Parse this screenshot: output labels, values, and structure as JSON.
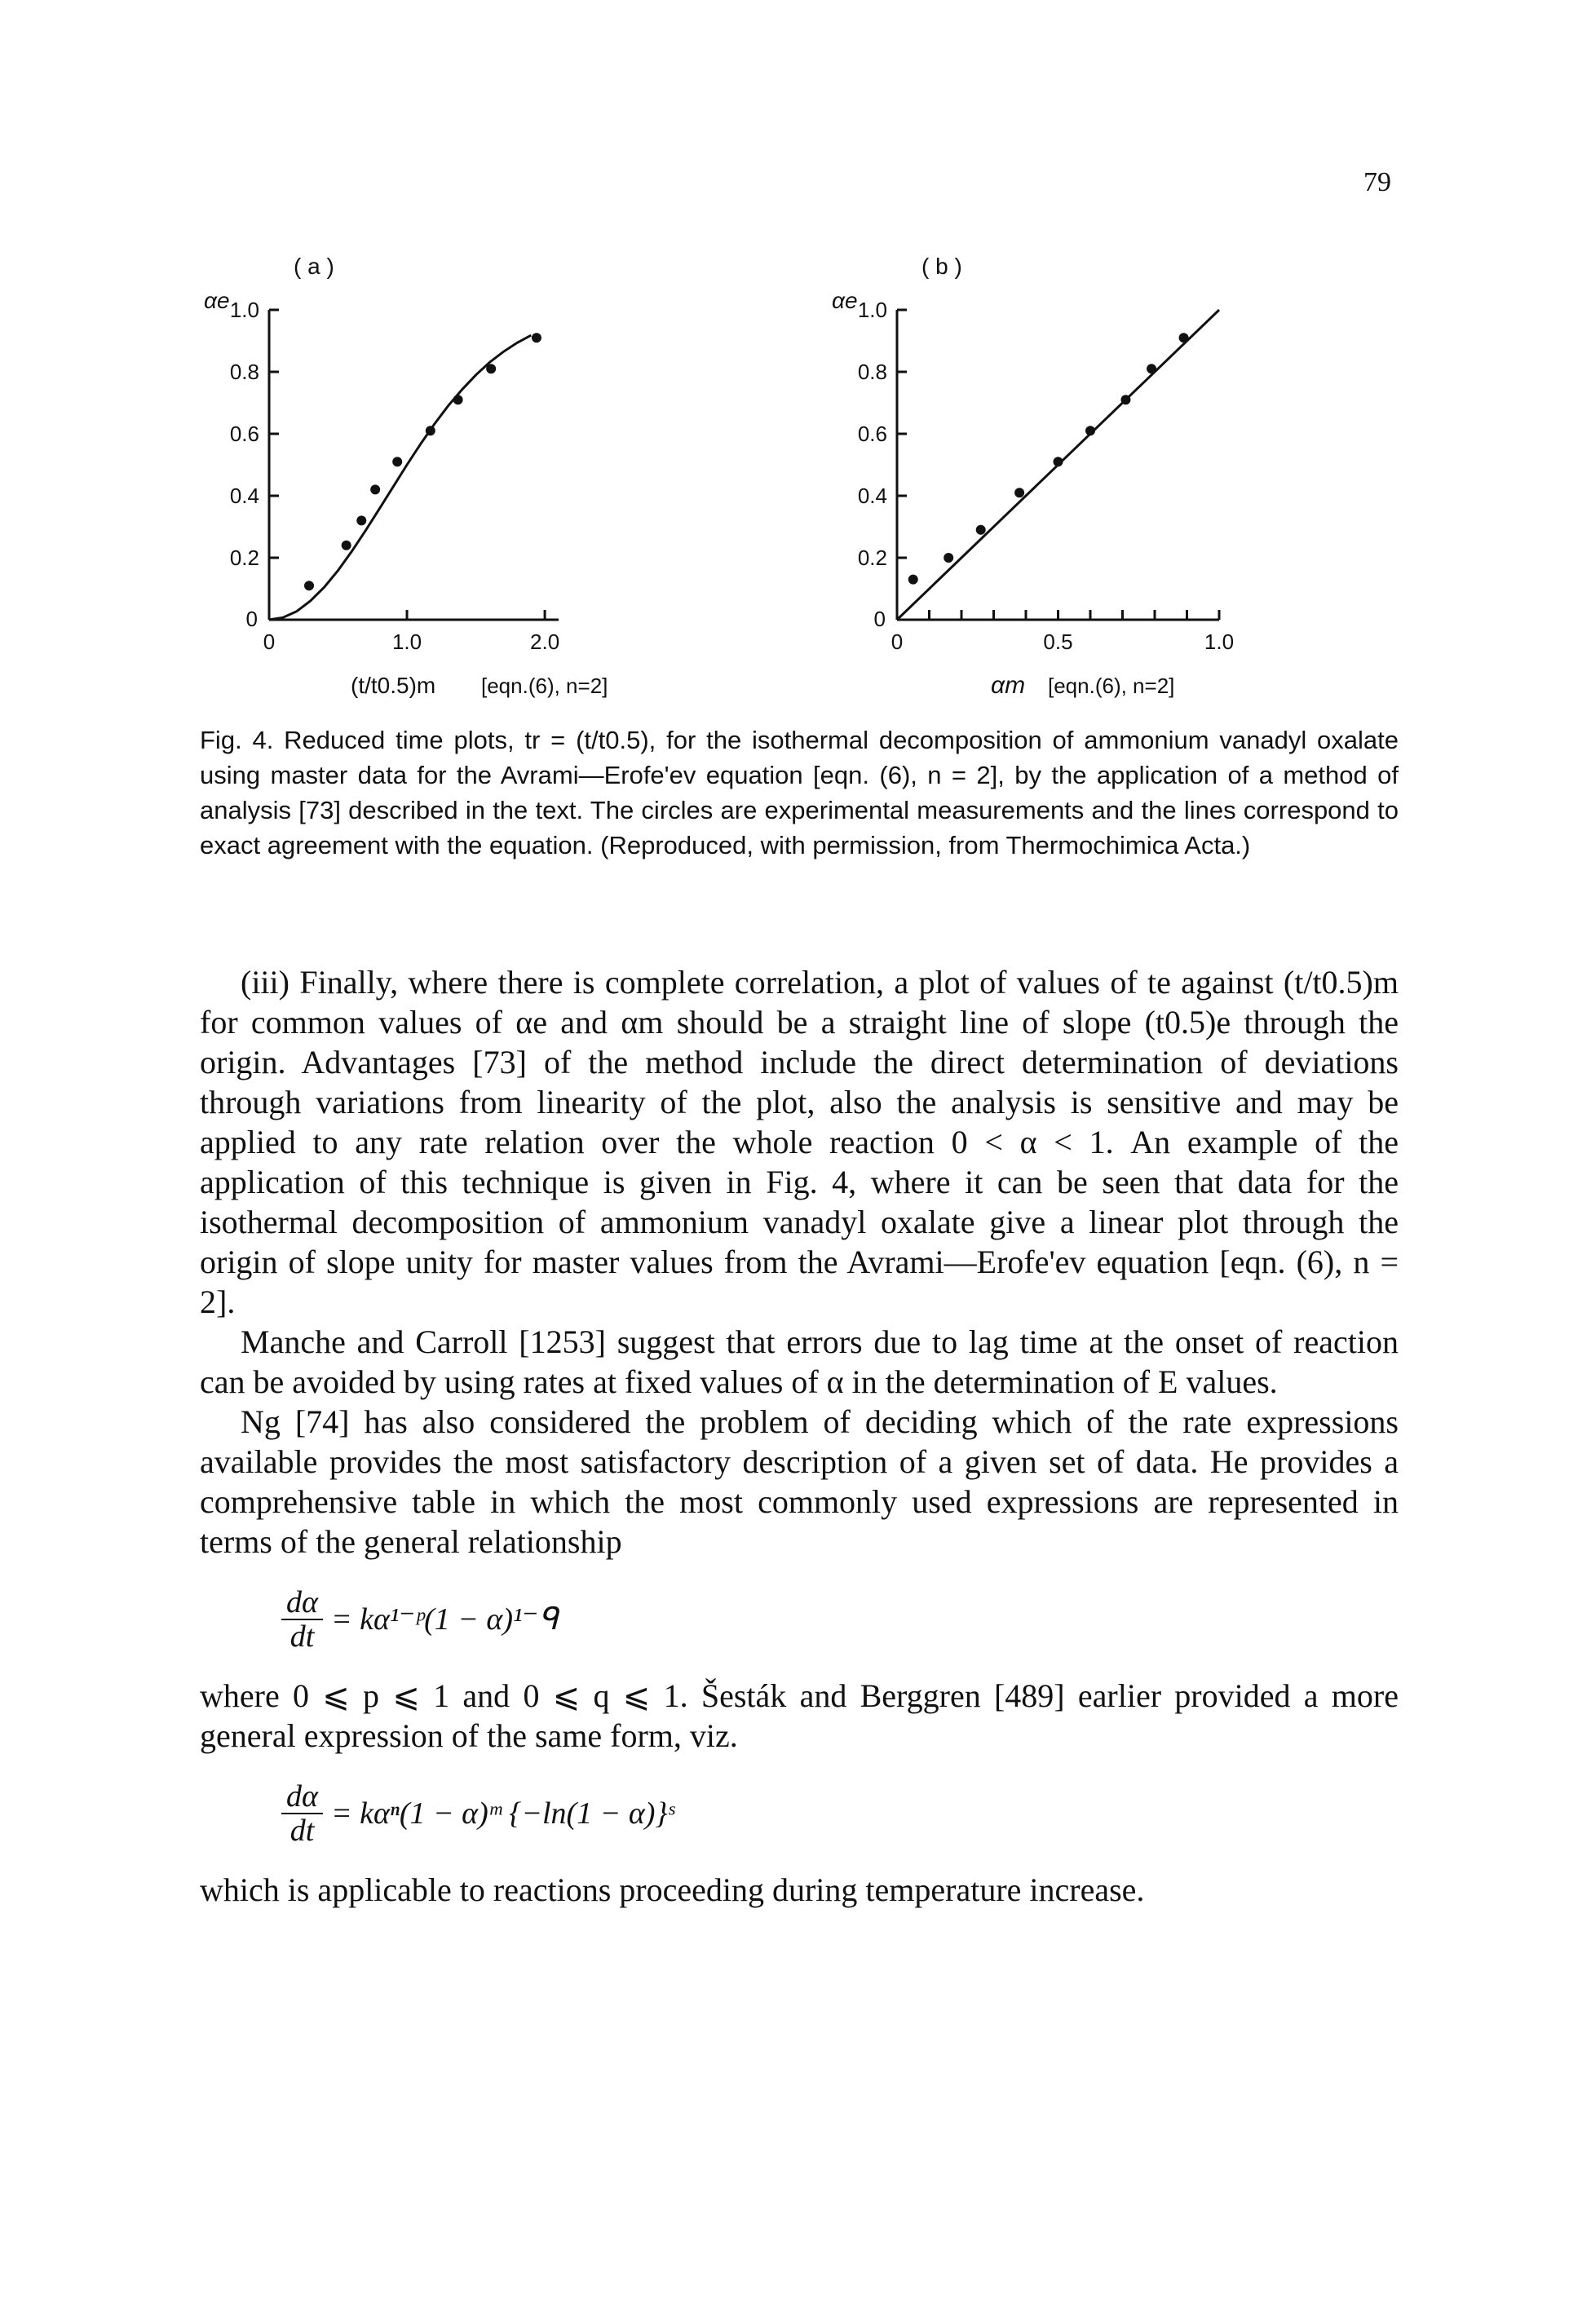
{
  "page_number": "79",
  "figure": {
    "panel_a": {
      "label": "( a )",
      "y_label": "αe",
      "x_label": "(t/t0.5)m",
      "eqn_ref": "[eqn.(6), n=2]",
      "y_ticks": [
        "0.2",
        "0.4",
        "0.6",
        "0.8",
        "1.0"
      ],
      "x_ticks": [
        "1.0",
        "2.0"
      ],
      "origin_x": "0",
      "origin_y": "0"
    },
    "panel_b": {
      "label": "( b )",
      "y_label": "αe",
      "x_label": "αm",
      "eqn_ref": "[eqn.(6), n=2]",
      "y_ticks": [
        "0.2",
        "0.4",
        "0.6",
        "0.8",
        "1.0"
      ],
      "x_ticks": [
        "0.5",
        "1.0"
      ],
      "origin_x": "0",
      "origin_y": "0"
    },
    "caption": "Fig. 4. Reduced time plots, tr = (t/t0.5), for the isothermal decomposition of ammonium vanadyl oxalate using master data for the Avrami—Erofe'ev equation [eqn. (6), n = 2], by the application of a method of analysis [73] described in the text. The circles are experimental measurements and the lines correspond to exact agreement with the equation. (Reproduced, with permission, from Thermochimica Acta.)"
  },
  "chart_data": [
    {
      "type": "scatter",
      "panel": "a",
      "xlabel": "(t/t0.5)m",
      "ylabel": "αe",
      "xlim": [
        0,
        2.1
      ],
      "ylim": [
        0,
        1.0
      ],
      "x_ticks": [
        0,
        1.0,
        2.0
      ],
      "y_ticks": [
        0,
        0.2,
        0.4,
        0.6,
        0.8,
        1.0
      ],
      "series": [
        {
          "kind": "points",
          "x": [
            0.29,
            0.56,
            0.67,
            0.77,
            0.93,
            1.17,
            1.37,
            1.61,
            1.94
          ],
          "y": [
            0.11,
            0.24,
            0.32,
            0.42,
            0.51,
            0.61,
            0.71,
            0.81,
            0.91
          ]
        },
        {
          "kind": "line",
          "x": [
            0.0,
            0.1,
            0.2,
            0.3,
            0.4,
            0.5,
            0.6,
            0.7,
            0.8,
            0.9,
            1.0,
            1.1,
            1.2,
            1.3,
            1.4,
            1.5,
            1.6,
            1.7,
            1.8,
            1.9
          ],
          "y": [
            0.0,
            0.007,
            0.027,
            0.061,
            0.105,
            0.159,
            0.221,
            0.288,
            0.358,
            0.429,
            0.5,
            0.568,
            0.632,
            0.691,
            0.743,
            0.79,
            0.831,
            0.865,
            0.894,
            0.918
          ]
        }
      ]
    },
    {
      "type": "scatter",
      "panel": "b",
      "xlabel": "αm",
      "ylabel": "αe",
      "xlim": [
        0,
        1.0
      ],
      "ylim": [
        0,
        1.0
      ],
      "x_ticks": [
        0,
        0.1,
        0.2,
        0.3,
        0.4,
        0.5,
        0.6,
        0.7,
        0.8,
        0.9,
        1.0
      ],
      "y_ticks": [
        0,
        0.2,
        0.4,
        0.6,
        0.8,
        1.0
      ],
      "series": [
        {
          "kind": "points",
          "x": [
            0.05,
            0.16,
            0.26,
            0.38,
            0.5,
            0.6,
            0.71,
            0.79,
            0.89
          ],
          "y": [
            0.13,
            0.2,
            0.29,
            0.41,
            0.51,
            0.61,
            0.71,
            0.81,
            0.91
          ]
        },
        {
          "kind": "line",
          "x": [
            0.0,
            1.0
          ],
          "y": [
            0.0,
            1.0
          ]
        }
      ]
    }
  ],
  "body": {
    "para1": "(iii) Finally, where there is complete correlation, a plot of values of te against (t/t0.5)m for common values of αe and αm should be a straight line of slope (t0.5)e through the origin. Advantages [73] of the method include the direct determination of deviations through variations from linearity of the plot, also the analysis is sensitive and may be applied to any rate relation over the whole reaction 0 < α < 1. An example of the application of this technique is given in Fig. 4, where it can be seen that data for the isothermal decomposition of ammonium vanadyl oxalate give a linear plot through the origin of slope unity for master values from the Avrami—Erofe'ev equation [eqn. (6), n = 2].",
    "para2": "Manche and Carroll [1253] suggest that errors due to lag time at the onset of reaction can be avoided by using rates at fixed values of α in the determination of E values.",
    "para3": "Ng [74] has also considered the problem of deciding which of the rate expressions available provides the most satisfactory description of a given set of data. He provides a comprehensive table in which the most commonly used expressions are represented in terms of the general relationship",
    "eq1_num": "dα",
    "eq1_den": "dt",
    "eq1_rhs": "= kα¹⁻ᵖ(1 − α)¹⁻ᑫ",
    "para4": "where 0 ⩽ p ⩽ 1 and 0 ⩽ q ⩽ 1. Šesták and Berggren [489] earlier provided a more general expression of the same form, viz.",
    "eq2_num": "dα",
    "eq2_den": "dt",
    "eq2_rhs": "= kαⁿ(1 − α)ᵐ {−ln(1 − α)}ˢ",
    "para5": "which is applicable to reactions proceeding during temperature increase."
  }
}
